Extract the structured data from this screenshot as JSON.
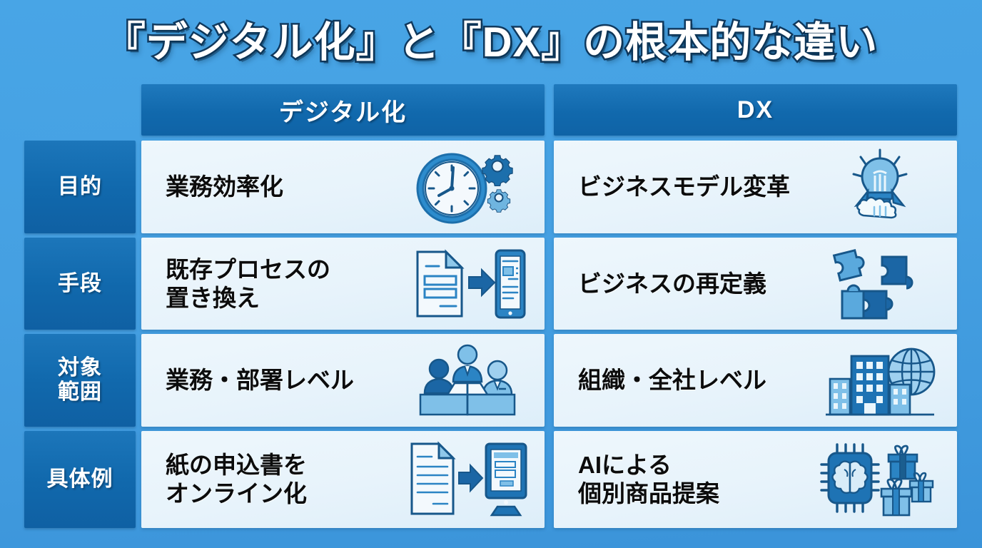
{
  "title": "『デジタル化』と『DX』の根本的な違い",
  "colors": {
    "background_top": "#48a5e6",
    "background_bottom": "#3a93d9",
    "header_blue": "#1169ad",
    "label_blue": "#1169ad",
    "content_bg": "#e9f4fb",
    "text_dark": "#0c0c0c",
    "text_white": "#ffffff",
    "icon_dark_blue": "#1b5e8f",
    "icon_mid_blue": "#2b84c4",
    "icon_light_blue": "#7fc0e8"
  },
  "table": {
    "corner_label": "",
    "columns": [
      {
        "key": "digitization",
        "header": "デジタル化"
      },
      {
        "key": "dx",
        "header": "DX"
      }
    ],
    "rows": [
      {
        "label": "目的",
        "digitization": {
          "text": "業務効率化",
          "icon": "clock-gears-icon"
        },
        "dx": {
          "text": "ビジネスモデル変革",
          "icon": "lightbulb-rocket-icon"
        }
      },
      {
        "label": "手段",
        "digitization": {
          "text": "既存プロセスの\n置き換え",
          "icon": "document-to-tablet-icon"
        },
        "dx": {
          "text": "ビジネスの再定義",
          "icon": "puzzle-pieces-icon"
        }
      },
      {
        "label": "対象\n範囲",
        "digitization": {
          "text": "業務・部署レベル",
          "icon": "team-desk-icon"
        },
        "dx": {
          "text": "組織・全社レベル",
          "icon": "buildings-globe-icon"
        }
      },
      {
        "label": "具体例",
        "digitization": {
          "text": "紙の申込書を\nオンライン化",
          "icon": "paper-to-monitor-icon"
        },
        "dx": {
          "text": "AIによる\n個別商品提案",
          "icon": "ai-chip-gifts-icon"
        }
      }
    ]
  }
}
